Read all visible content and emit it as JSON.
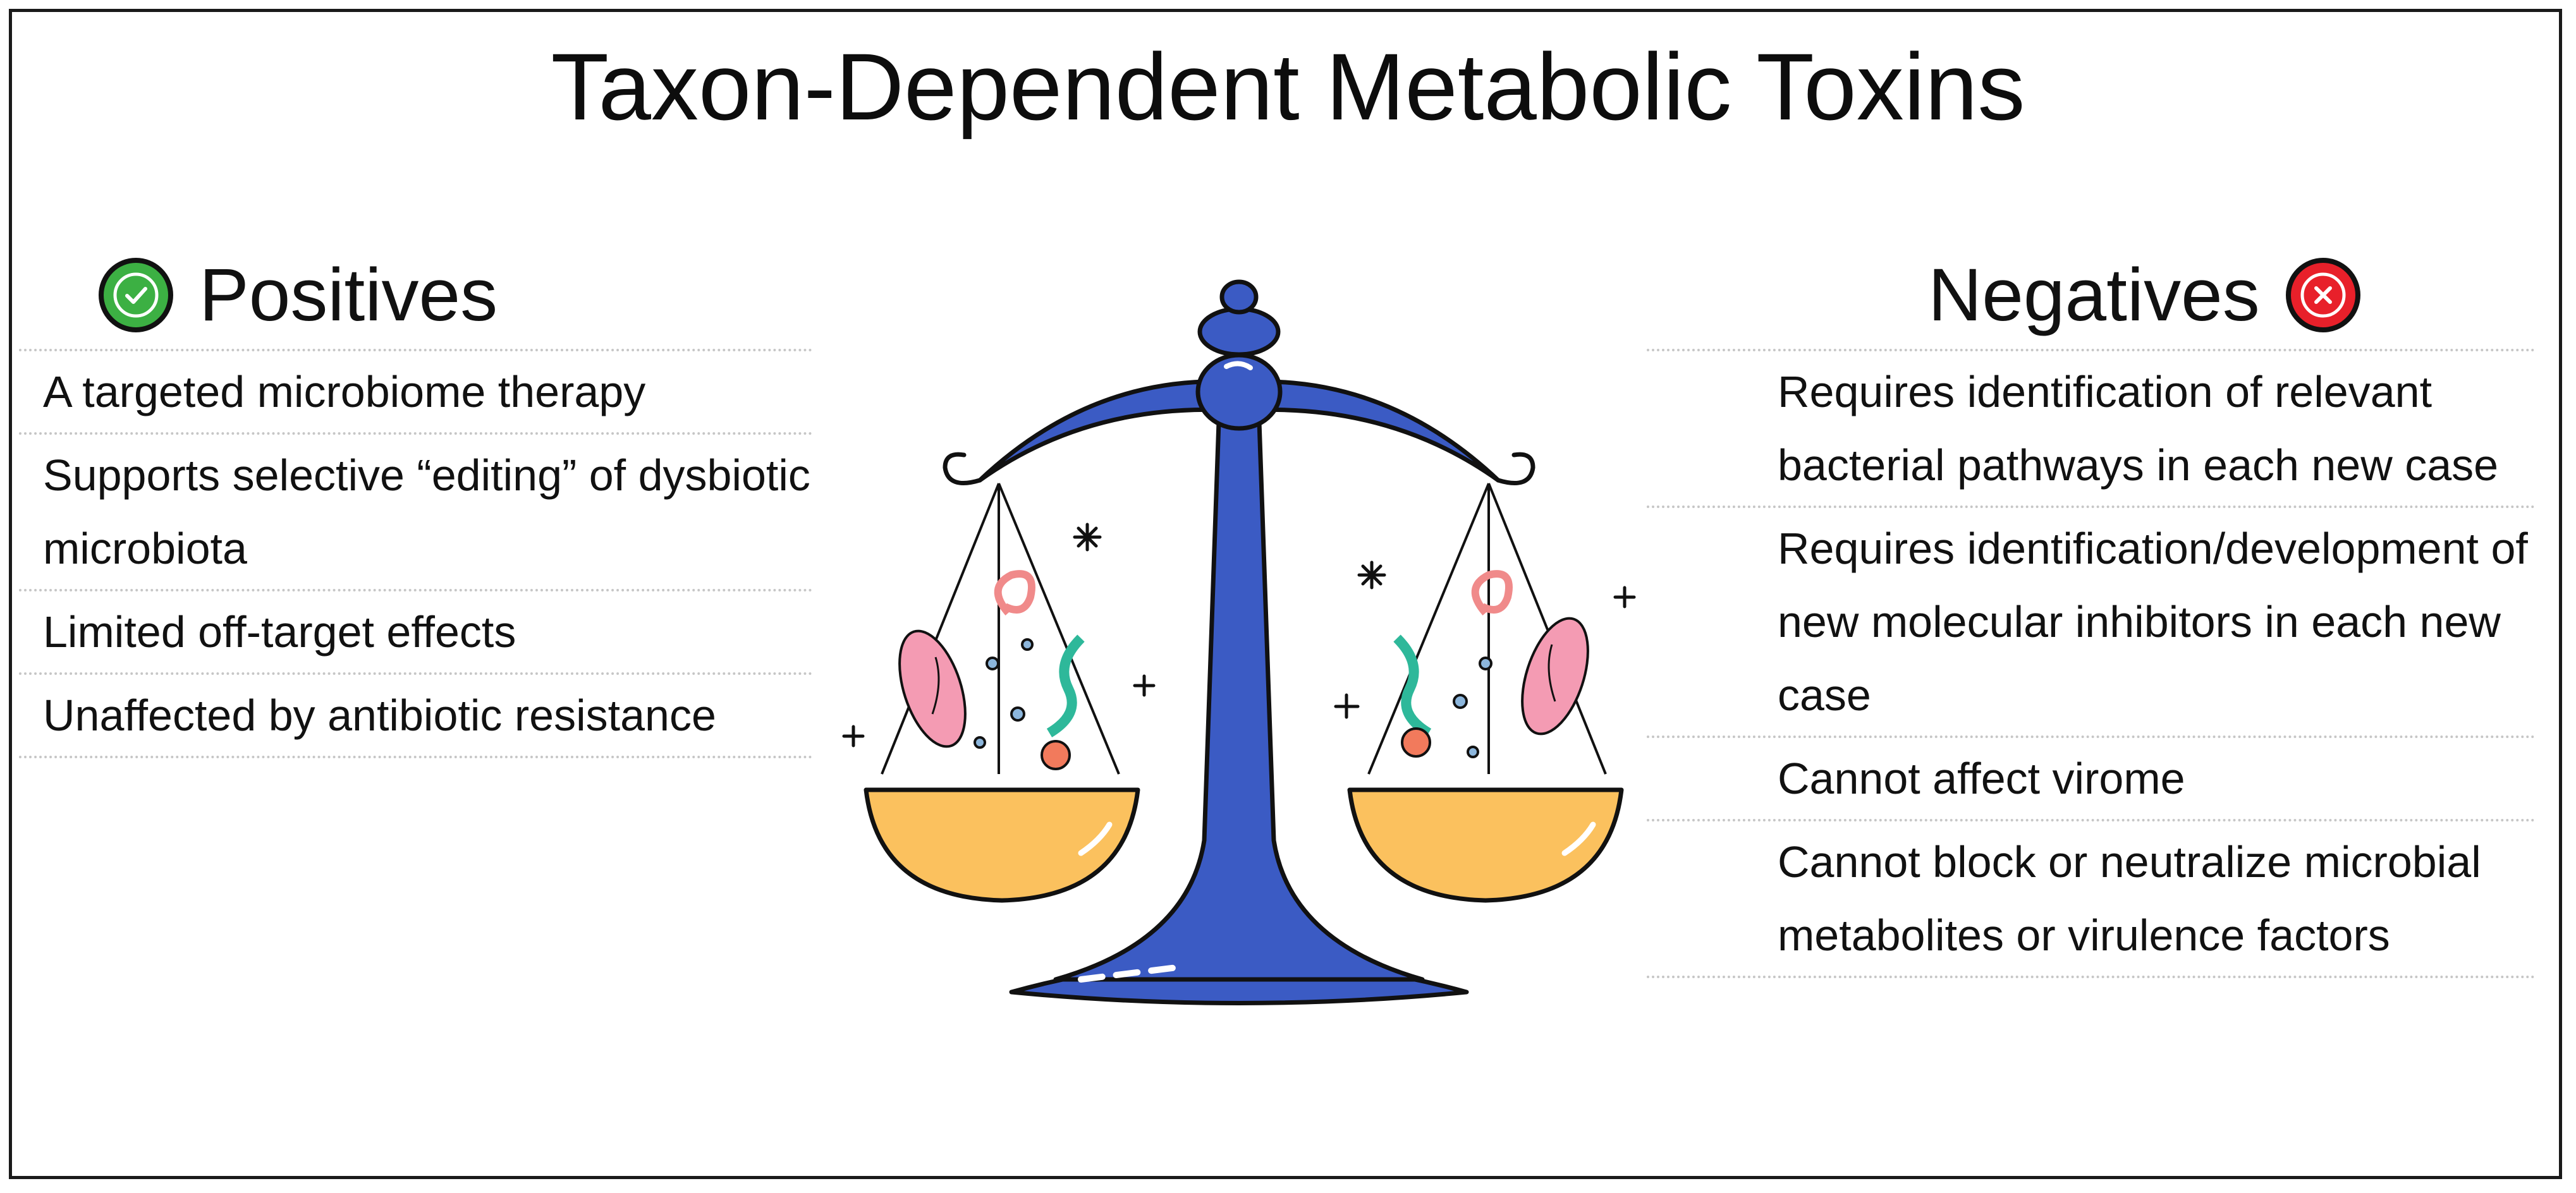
{
  "slide": {
    "title": "Taxon-Dependent Metabolic Toxins"
  },
  "positives": {
    "heading": "Positives",
    "icon": "check-icon",
    "icon_color": "#3cb043",
    "items": [
      "A targeted microbiome therapy",
      "Supports selective “editing” of dysbiotic microbiota",
      "Limited off-target effects",
      "Unaffected by antibiotic resistance"
    ]
  },
  "negatives": {
    "heading": "Negatives",
    "icon": "x-icon",
    "icon_color": "#e8202a",
    "items": [
      "Requires identification of relevant bacterial pathways in each new case",
      "Requires identification/development of new molecular inhibitors in each new case",
      "Cannot affect virome",
      "Cannot block or neutralize microbial metabolites or virulence factors"
    ]
  },
  "illustration": {
    "icon": "balance-scale-icon",
    "colors": {
      "scale": "#3b5bc4",
      "pan": "#fbc15e",
      "bacteria": "#f49bb3",
      "spiral": "#f08a8a",
      "worm": "#2eb89a",
      "dots": "#8cb6dc"
    }
  }
}
